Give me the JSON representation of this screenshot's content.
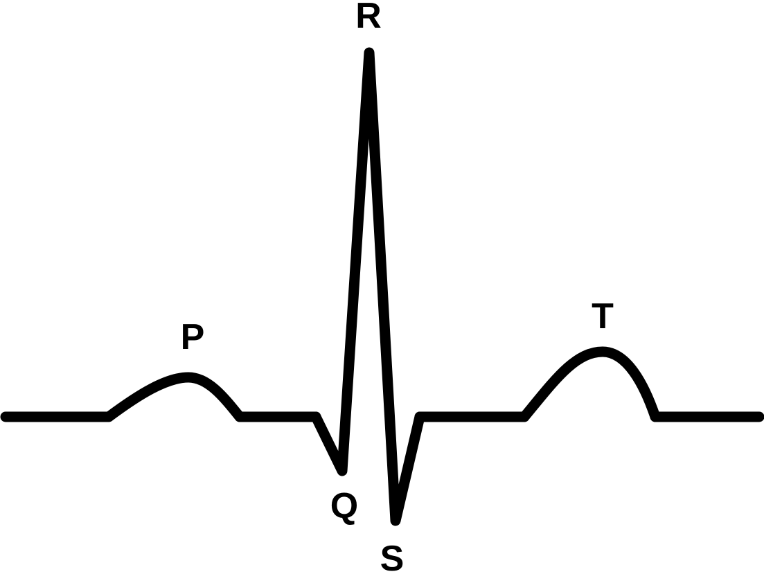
{
  "diagram": {
    "labels": {
      "p": "P",
      "q": "Q",
      "r": "R",
      "s": "S",
      "t": "T"
    },
    "line_color": "#000000",
    "background": "#ffffff"
  }
}
